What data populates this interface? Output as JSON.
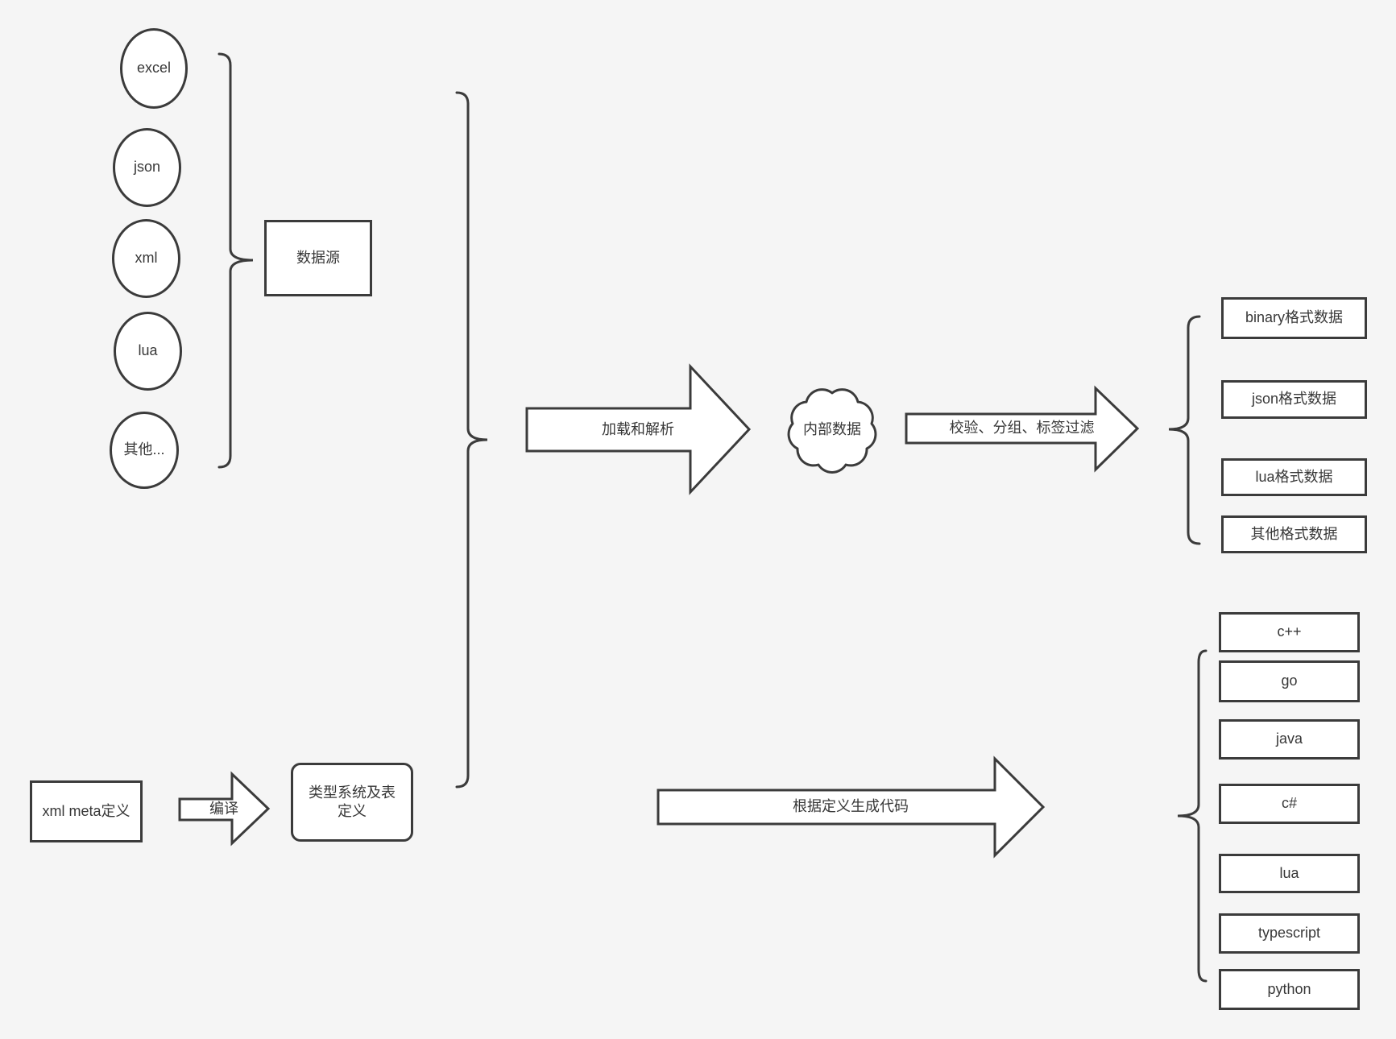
{
  "canvas": {
    "background_color": "#f5f5f5",
    "stroke_color": "#3b3b3b",
    "shape_fill": "#ffffff",
    "text_color": "#383838"
  },
  "sources": {
    "group_label": "数据源",
    "items": [
      {
        "label": "excel"
      },
      {
        "label": "json"
      },
      {
        "label": "xml"
      },
      {
        "label": "lua"
      },
      {
        "label": "其他..."
      }
    ]
  },
  "pipeline": {
    "load_parse_arrow": "加载和解析",
    "internal_data_cloud": "内部数据",
    "filter_arrow": "校验、分组、标签过滤"
  },
  "data_formats": [
    {
      "label": "binary格式数据"
    },
    {
      "label": "json格式数据"
    },
    {
      "label": "lua格式数据"
    },
    {
      "label": "其他格式数据"
    }
  ],
  "codegen": {
    "xml_meta_box": "xml meta定义",
    "compile_arrow": "编译",
    "type_system_box": "类型系统及表定义",
    "generate_arrow": "根据定义生成代码"
  },
  "languages": [
    {
      "label": "c++"
    },
    {
      "label": "go"
    },
    {
      "label": "java"
    },
    {
      "label": "c#"
    },
    {
      "label": "lua"
    },
    {
      "label": "typescript"
    },
    {
      "label": "python"
    }
  ]
}
